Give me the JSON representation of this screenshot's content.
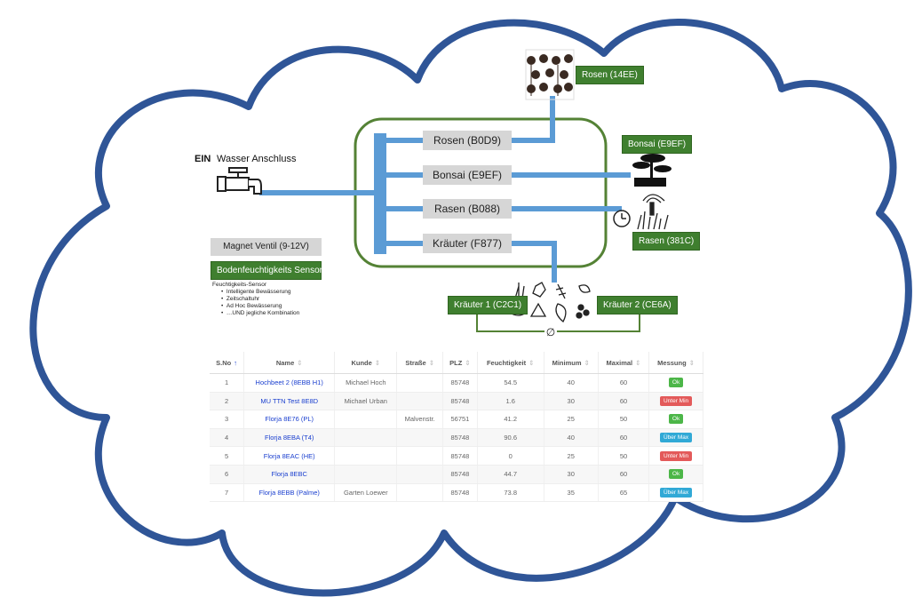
{
  "supply": {
    "ein": "EIN",
    "title": "Wasser Anschluss"
  },
  "channels": [
    {
      "label": "Rosen (B0D9)"
    },
    {
      "label": "Bonsai (E9EF)"
    },
    {
      "label": "Rasen (B088)"
    },
    {
      "label": "Kräuter (F877)"
    }
  ],
  "plants": {
    "rosen": "Rosen (14EE)",
    "bonsai": "Bonsai (E9EF)",
    "rasen": "Rasen (381C)",
    "kraeuter1": "Kräuter 1 (C2C1)",
    "kraeuter2": "Kräuter 2 (CE6A)"
  },
  "legend": {
    "valve": "Magnet Ventil  (9-12V)",
    "sensor": "Bodenfeuchtigkeits Sensor",
    "notes_title": "Feuchtigkeits-Sensor",
    "notes": [
      "Intelligente Bewässerung",
      "Zeitschaltuhr",
      "Ad Hoc Bewässerung",
      "…UND jegliche Kombination"
    ]
  },
  "divider_symbol": "∅",
  "table": {
    "headers": [
      "S.No",
      "Name",
      "Kunde",
      "Straße",
      "PLZ",
      "Feuchtigkeit",
      "Minimum",
      "Maximal",
      "Messung"
    ],
    "rows": [
      {
        "no": "1",
        "name": "Hochbeet 2 (8EBB H1)",
        "kunde": "Michael Hoch",
        "strasse": "",
        "plz": "85748",
        "feucht": "54.5",
        "min": "40",
        "max": "60",
        "messung": "Ok"
      },
      {
        "no": "2",
        "name": "MU TTN Test 8E8D",
        "kunde": "Michael Urban",
        "strasse": "",
        "plz": "85748",
        "feucht": "1.6",
        "min": "30",
        "max": "60",
        "messung": "Unter Min"
      },
      {
        "no": "3",
        "name": "Florja 8E76 (PL)",
        "kunde": "",
        "strasse": "Malvenstr.",
        "plz": "56751",
        "feucht": "41.2",
        "min": "25",
        "max": "50",
        "messung": "Ok"
      },
      {
        "no": "4",
        "name": "Florja 8EBA (T4)",
        "kunde": "",
        "strasse": "",
        "plz": "85748",
        "feucht": "90.6",
        "min": "40",
        "max": "60",
        "messung": "Über Max"
      },
      {
        "no": "5",
        "name": "Florja 8EAC (HE)",
        "kunde": "",
        "strasse": "",
        "plz": "85748",
        "feucht": "0",
        "min": "25",
        "max": "50",
        "messung": "Unter Min"
      },
      {
        "no": "6",
        "name": "Florja 8EBC",
        "kunde": "",
        "strasse": "",
        "plz": "85748",
        "feucht": "44.7",
        "min": "30",
        "max": "60",
        "messung": "Ok"
      },
      {
        "no": "7",
        "name": "Florja 8EBB (Palme)",
        "kunde": "Garten Loewer",
        "strasse": "",
        "plz": "85748",
        "feucht": "73.8",
        "min": "35",
        "max": "65",
        "messung": "Über Max"
      }
    ]
  },
  "colors": {
    "cloud": "#2f5597",
    "pipe": "#5b9bd5",
    "frame": "#548235",
    "label_green": "#3f7f2f",
    "ok": "#4cb648",
    "under_min": "#e35a5a",
    "over_max": "#31a9d6",
    "link": "#1a3fcf"
  },
  "icons": [
    "faucet-icon",
    "roses-icon",
    "bonsai-icon",
    "lawn-sprinkler-icon",
    "clock-icon",
    "herbs-icon"
  ]
}
